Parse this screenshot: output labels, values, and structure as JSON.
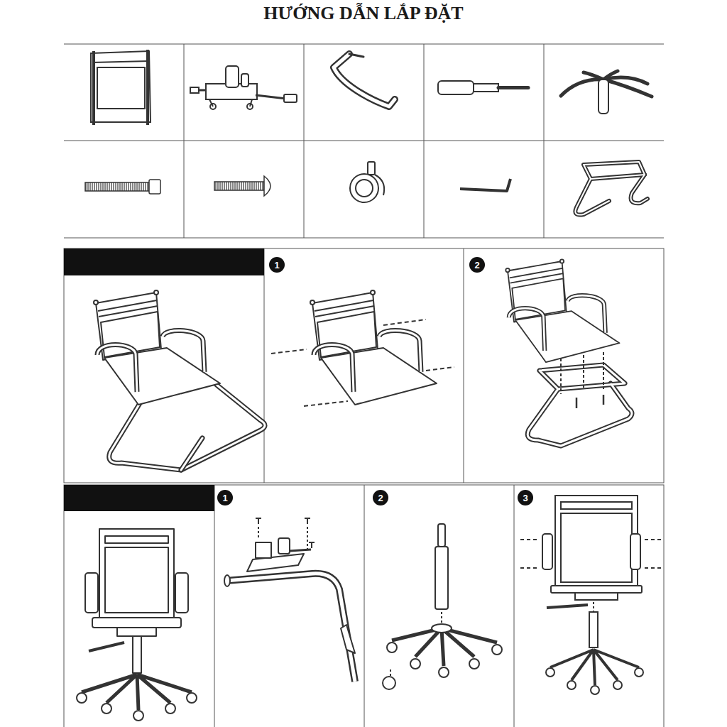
{
  "diagram": {
    "title": "HƯỚNG DẪN LẮP ĐẶT",
    "nodes": [
      {
        "text": [
          "1"
        ]
      },
      {
        "text": [
          "2"
        ]
      },
      {
        "text": [
          "1"
        ]
      },
      {
        "text": [
          "2"
        ]
      },
      {
        "text": [
          "3"
        ]
      }
    ]
  }
}
